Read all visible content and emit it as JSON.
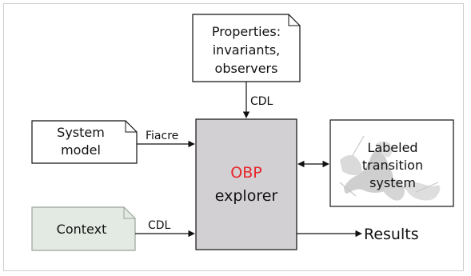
{
  "properties_box": {
    "lines": [
      "Properties:",
      "invariants,",
      "observers"
    ]
  },
  "system_model_box": {
    "lines": [
      "System",
      "model"
    ]
  },
  "context_box": {
    "label": "Context"
  },
  "explorer_box": {
    "line1": "OBP",
    "line2": "explorer"
  },
  "lts_box": {
    "lines": [
      "Labeled",
      "transition",
      "system"
    ]
  },
  "edges": {
    "properties_to_explorer": "CDL",
    "system_model_to_explorer": "Fiacre",
    "context_to_explorer": "CDL",
    "explorer_to_results": "Results"
  },
  "colors": {
    "explorer_fill": "#d3d0d3",
    "context_fill": "#e3e9e3",
    "obp_red": "#e8262a"
  }
}
